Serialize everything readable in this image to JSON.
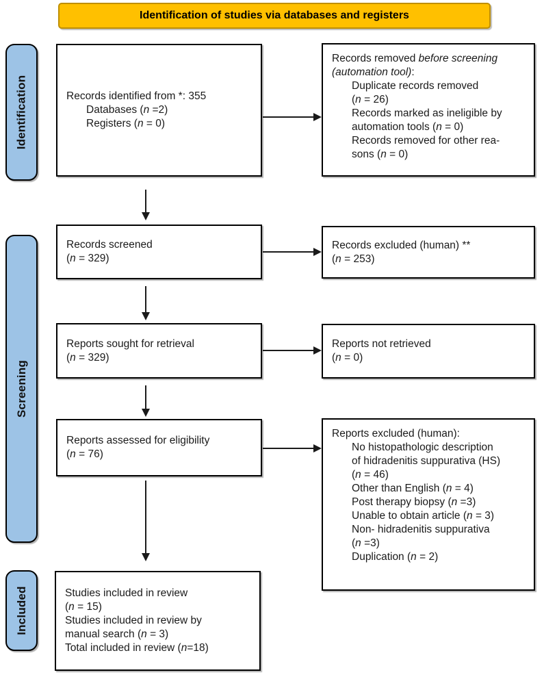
{
  "header": {
    "label": "Identification of studies via databases and registers"
  },
  "stages": [
    {
      "label": "Identification"
    },
    {
      "label": "Screening"
    },
    {
      "label": "Included"
    }
  ],
  "boxes": {
    "identified": {
      "lines": [
        {
          "t": "Records identified from *: 355",
          "ind": 0
        },
        {
          "t": "Databases (~n~ =2)",
          "ind": 1
        },
        {
          "t": "Registers (~n~ = 0)",
          "ind": 1
        }
      ]
    },
    "removed_before_screening": {
      "lines": [
        {
          "t": "Records removed ~before screening~",
          "ind": 0
        },
        {
          "t": "~(automation tool)~:",
          "ind": 0
        },
        {
          "t": "Duplicate records removed",
          "ind": 1
        },
        {
          "t": "(~n~ = 26)",
          "ind": 1
        },
        {
          "t": "Records marked as ineligible by",
          "ind": 1
        },
        {
          "t": "automation tools (~n~ = 0)",
          "ind": 1
        },
        {
          "t": "Records removed for other rea-",
          "ind": 1
        },
        {
          "t": "sons (~n~ = 0)",
          "ind": 1
        }
      ]
    },
    "screened": {
      "lines": [
        {
          "t": "Records screened",
          "ind": 0
        },
        {
          "t": "(~n~ = 329)",
          "ind": 0
        }
      ]
    },
    "excluded_screening": {
      "lines": [
        {
          "t": "Records excluded (human) **",
          "ind": 0
        },
        {
          "t": "(~n~ = 253)",
          "ind": 0
        }
      ]
    },
    "sought": {
      "lines": [
        {
          "t": "Reports sought for retrieval",
          "ind": 0
        },
        {
          "t": "(~n~ = 329)",
          "ind": 0
        }
      ]
    },
    "not_retrieved": {
      "lines": [
        {
          "t": "Reports not retrieved",
          "ind": 0
        },
        {
          "t": "(~n~ = 0)",
          "ind": 0
        }
      ]
    },
    "assessed": {
      "lines": [
        {
          "t": "Reports assessed for eligibility",
          "ind": 0
        },
        {
          "t": "(~n~ = 76)",
          "ind": 0
        }
      ]
    },
    "excluded_eligibility": {
      "lines": [
        {
          "t": "Reports excluded (human):",
          "ind": 0
        },
        {
          "t": "No histopathologic description",
          "ind": 1
        },
        {
          "t": "of hidradenitis suppurativa (HS)",
          "ind": 1
        },
        {
          "t": "(~n~ = 46)",
          "ind": 1
        },
        {
          "t": "Other than English (~n~ = 4)",
          "ind": 1
        },
        {
          "t": "Post therapy biopsy (~n~ =3)",
          "ind": 1
        },
        {
          "t": "Unable to obtain article (~n~ = 3)",
          "ind": 1
        },
        {
          "t": "Non- hidradenitis suppurativa",
          "ind": 1
        },
        {
          "t": "(~n~ =3)",
          "ind": 1
        },
        {
          "t": "Duplication (~n~ = 2)",
          "ind": 1
        }
      ]
    },
    "included": {
      "lines": [
        {
          "t": "Studies included in review",
          "ind": 0
        },
        {
          "t": "(~n~ = 15)",
          "ind": 0
        },
        {
          "t": "Studies included in review by",
          "ind": 0
        },
        {
          "t": "manual search (~n~ = 3)",
          "ind": 0
        },
        {
          "t": "Total included in review (~n~=18)",
          "ind": 0
        }
      ]
    }
  },
  "colors": {
    "banner_fill": "#FFC000",
    "banner_border": "#BF8F00",
    "stage_fill": "#9DC3E6",
    "line_color": "#1a1a1a"
  }
}
